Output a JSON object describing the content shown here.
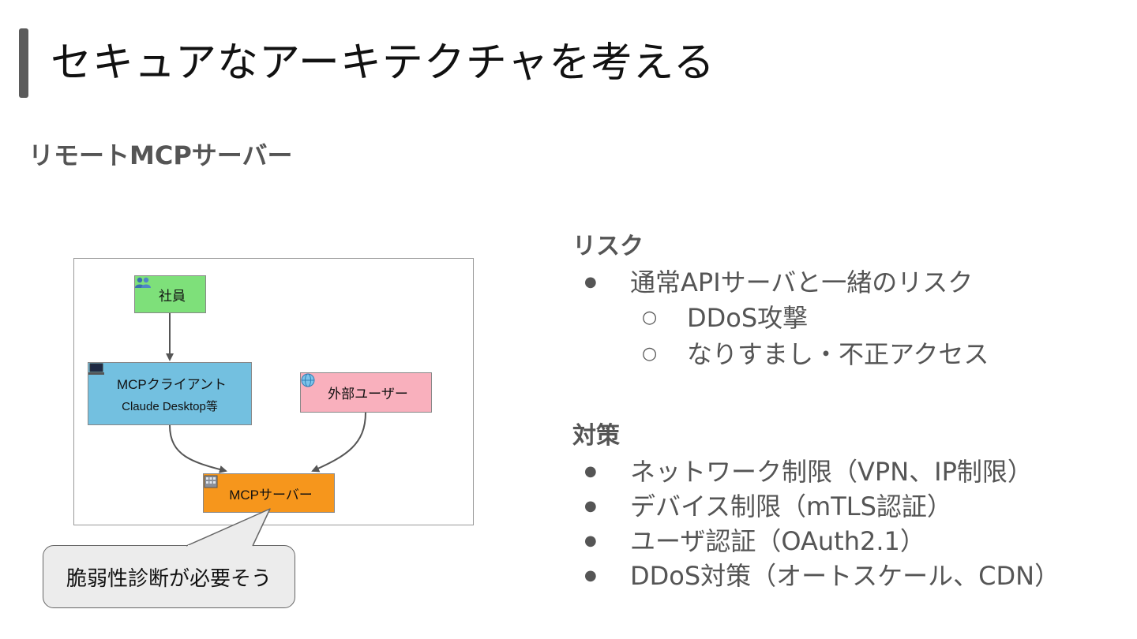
{
  "header": {
    "title": "セキュアなアーキテクチャを考える"
  },
  "subtitle": "リモートMCPサーバー",
  "diagram": {
    "nodes": {
      "employee": {
        "icon": "people-icon",
        "label": "社員",
        "color": "#7ee07a"
      },
      "client": {
        "icon": "laptop-icon",
        "label": "MCPクライアント",
        "sublabel": "Claude Desktop等",
        "color": "#73c0e0"
      },
      "external": {
        "icon": "globe-icon",
        "label": "外部ユーザー",
        "color": "#f9b0bd"
      },
      "server": {
        "icon": "building-icon",
        "label": "MCPサーバー",
        "color": "#f6961c"
      }
    },
    "edges": [
      {
        "from": "employee",
        "to": "client"
      },
      {
        "from": "client",
        "to": "server"
      },
      {
        "from": "external",
        "to": "server"
      }
    ]
  },
  "callout": {
    "text": "脆弱性診断が必要そう"
  },
  "risk": {
    "heading": "リスク",
    "items": [
      {
        "label": "通常APIサーバと一緒のリスク",
        "children": [
          "DDoS攻撃",
          "なりすまし・不正アクセス"
        ]
      }
    ]
  },
  "countermeasures": {
    "heading": "対策",
    "items": [
      "ネットワーク制限（VPN、IP制限）",
      "デバイス制限（mTLS認証）",
      "ユーザ認証（OAuth2.1）",
      "DDoS対策（オートスケール、CDN）"
    ]
  }
}
